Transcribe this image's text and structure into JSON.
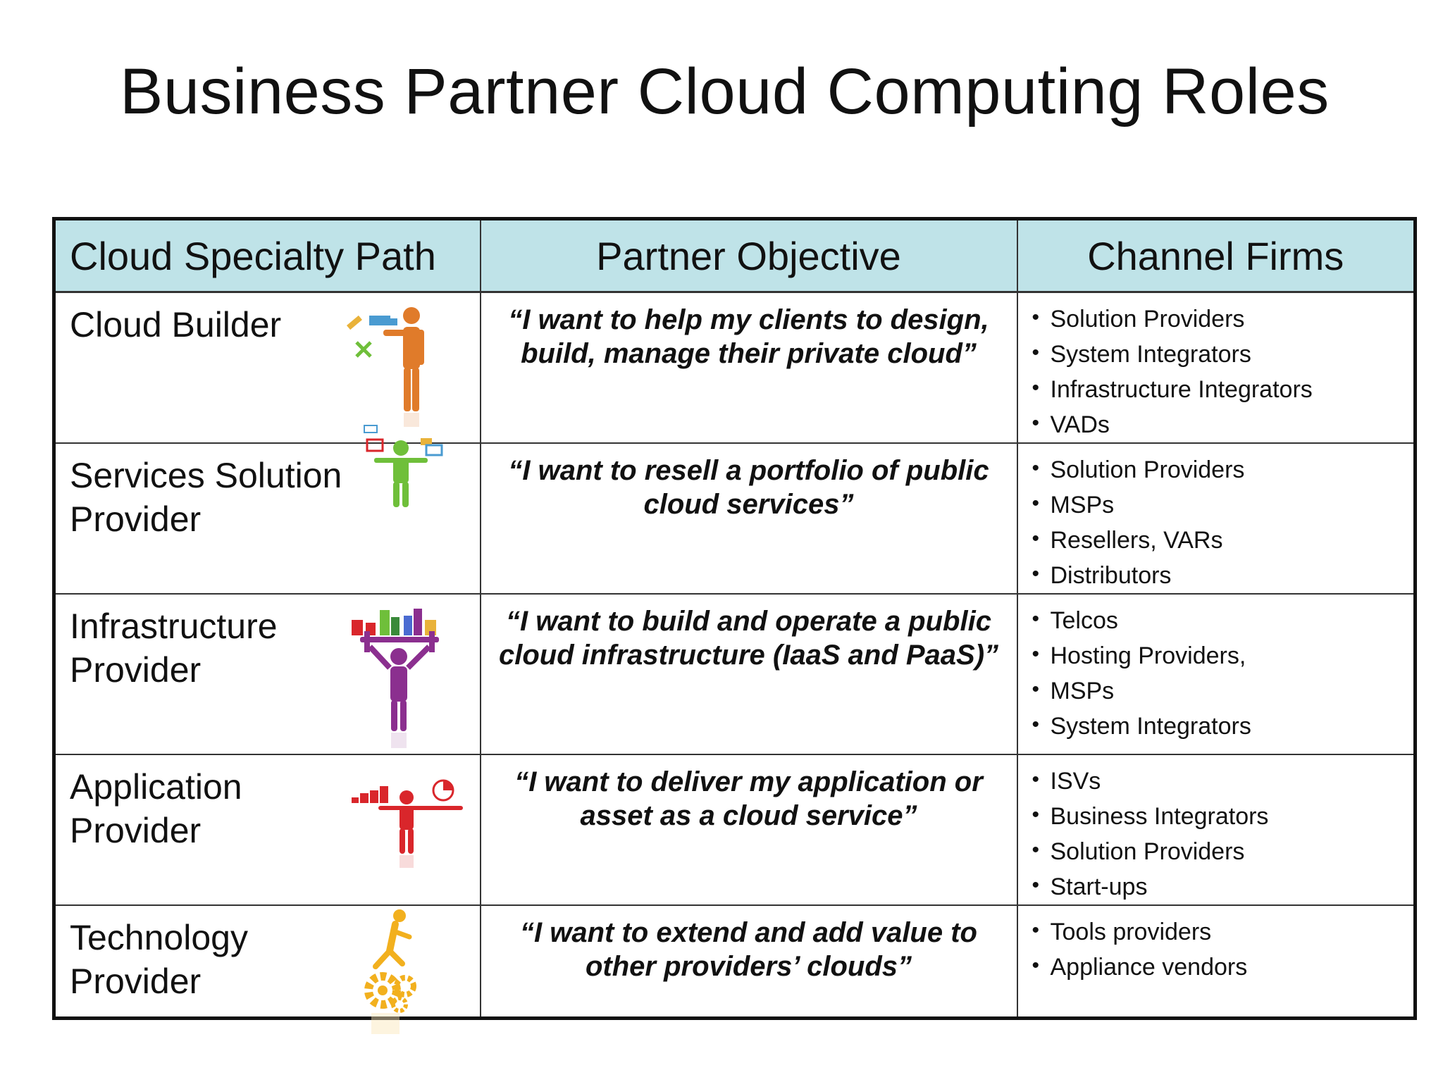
{
  "title": "Business Partner Cloud Computing Roles",
  "table": {
    "headers": [
      "Cloud Specialty Path",
      "Partner Objective",
      "Channel Firms"
    ],
    "rows": [
      {
        "path": "Cloud Builder",
        "icon": "cloud-builder-icon",
        "color": "#e07b2a",
        "objective": "“I want to help my clients to design, build, manage their private cloud”",
        "firms": [
          "Solution Providers",
          "System Integrators",
          "Infrastructure Integrators",
          "VADs"
        ]
      },
      {
        "path": "Services Solution Provider",
        "icon": "services-solution-provider-icon",
        "color": "#6fbf3a",
        "objective": "“I want to resell a portfolio of public cloud services”",
        "firms": [
          "Solution Providers",
          "MSPs",
          "Resellers, VARs",
          "Distributors"
        ]
      },
      {
        "path": "Infrastructure Provider",
        "icon": "infrastructure-provider-icon",
        "color": "#8b2f8f",
        "objective": "“I want to build and operate a public cloud infrastructure (IaaS and PaaS)”",
        "firms": [
          "Telcos",
          "Hosting Providers,",
          "MSPs",
          "System Integrators"
        ]
      },
      {
        "path": "Application Provider",
        "icon": "application-provider-icon",
        "color": "#d9262b",
        "objective": "“I want to deliver my application or asset as a cloud service”",
        "firms": [
          "ISVs",
          "Business Integrators",
          "Solution Providers",
          "Start-ups"
        ]
      },
      {
        "path": "Technology Provider",
        "icon": "technology-provider-icon",
        "color": "#f2b01e",
        "objective": "“I want to extend and add value to other providers’ clouds”",
        "firms": [
          "Tools providers",
          "Appliance vendors"
        ]
      }
    ]
  },
  "colors": {
    "header_bg": "#bfe3e8",
    "border": "#111111"
  }
}
